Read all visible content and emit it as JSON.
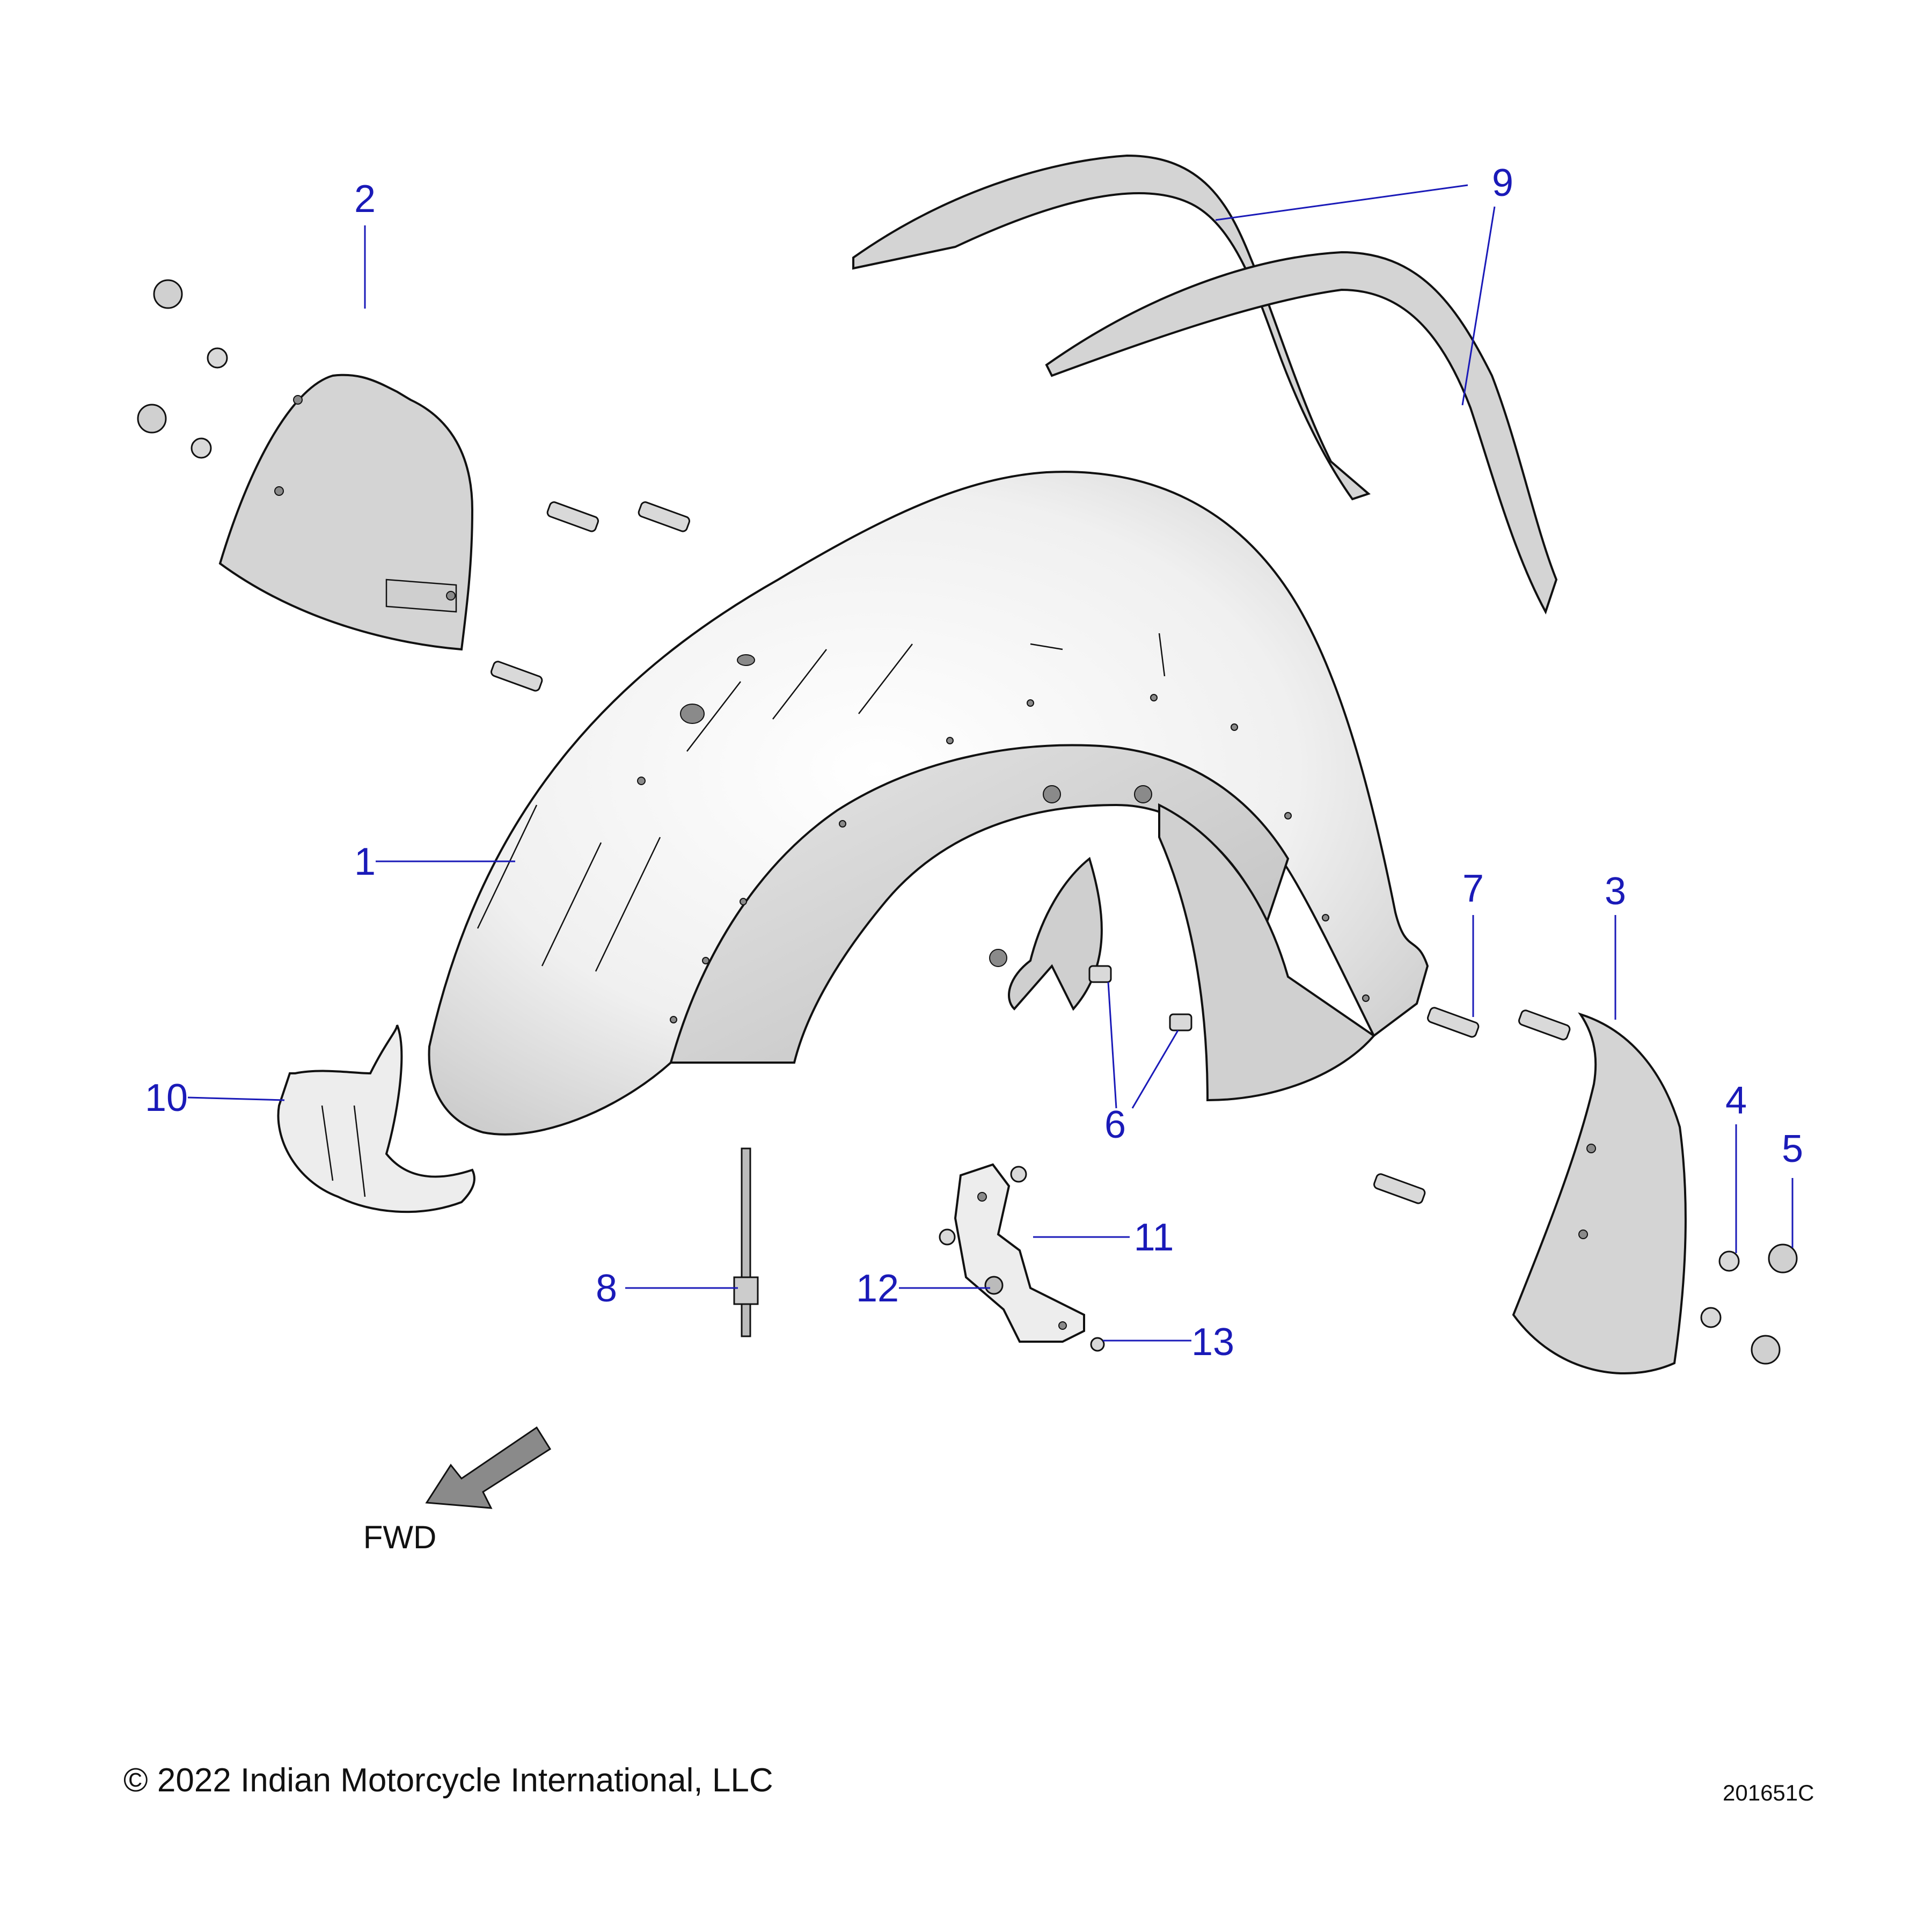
{
  "callouts": [
    "1",
    "2",
    "3",
    "4",
    "5",
    "6",
    "7",
    "8",
    "9",
    "10",
    "11",
    "12",
    "13"
  ],
  "direction_label": "FWD",
  "copyright": "© 2022 Indian Motorcycle International, LLC",
  "drawing_number": "201651C",
  "colors": {
    "callout": "#1a1ab8",
    "line": "#111111",
    "part_fill": "#d4d4d4"
  }
}
